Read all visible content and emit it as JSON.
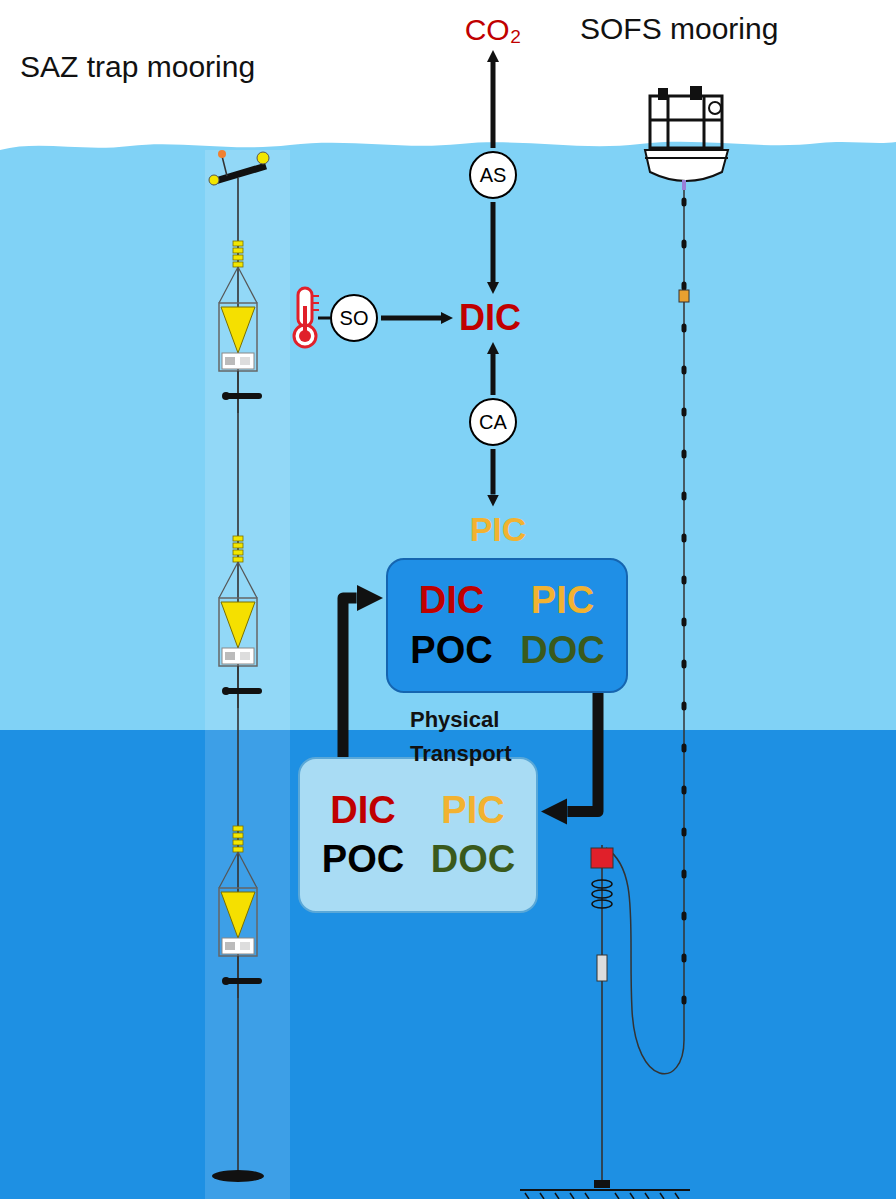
{
  "diagram": {
    "nodes": [
      {
        "text": [
          "CO₂"
        ]
      },
      {
        "text": [
          "AS"
        ]
      },
      {
        "text": [
          "SO"
        ]
      },
      {
        "text": [
          "DIC"
        ]
      },
      {
        "text": [
          "CA"
        ]
      },
      {
        "text": [
          "PIC"
        ]
      },
      {
        "text": [
          "DIC",
          "PIC",
          "POC",
          "DOC"
        ]
      },
      {
        "text": [
          "DIC",
          "PIC",
          "POC",
          "DOC"
        ]
      }
    ],
    "edges": [
      {
        "from": 1,
        "to": 0,
        "arrow": "to"
      },
      {
        "from": 1,
        "to": 3,
        "arrow": "to"
      },
      {
        "from": 2,
        "to": 3,
        "arrow": "to"
      },
      {
        "from": 4,
        "to": 3,
        "arrow": "to"
      },
      {
        "from": 4,
        "to": 5,
        "arrow": "to"
      },
      {
        "from": 6,
        "to": 7,
        "arrow": "to"
      },
      {
        "from": 7,
        "to": 6,
        "arrow": "to"
      }
    ],
    "labels": [
      "SAZ trap mooring",
      "SOFS mooring",
      "Physical Transport"
    ]
  }
}
